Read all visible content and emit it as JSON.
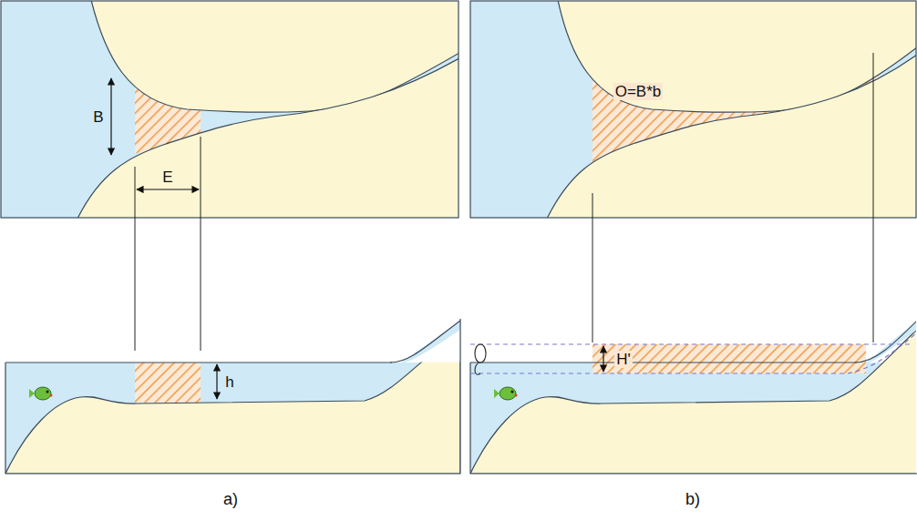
{
  "diagram": {
    "labels": [
      "B",
      "E",
      "h",
      "O=B*b",
      "H'",
      "a)",
      "b)"
    ]
  }
}
